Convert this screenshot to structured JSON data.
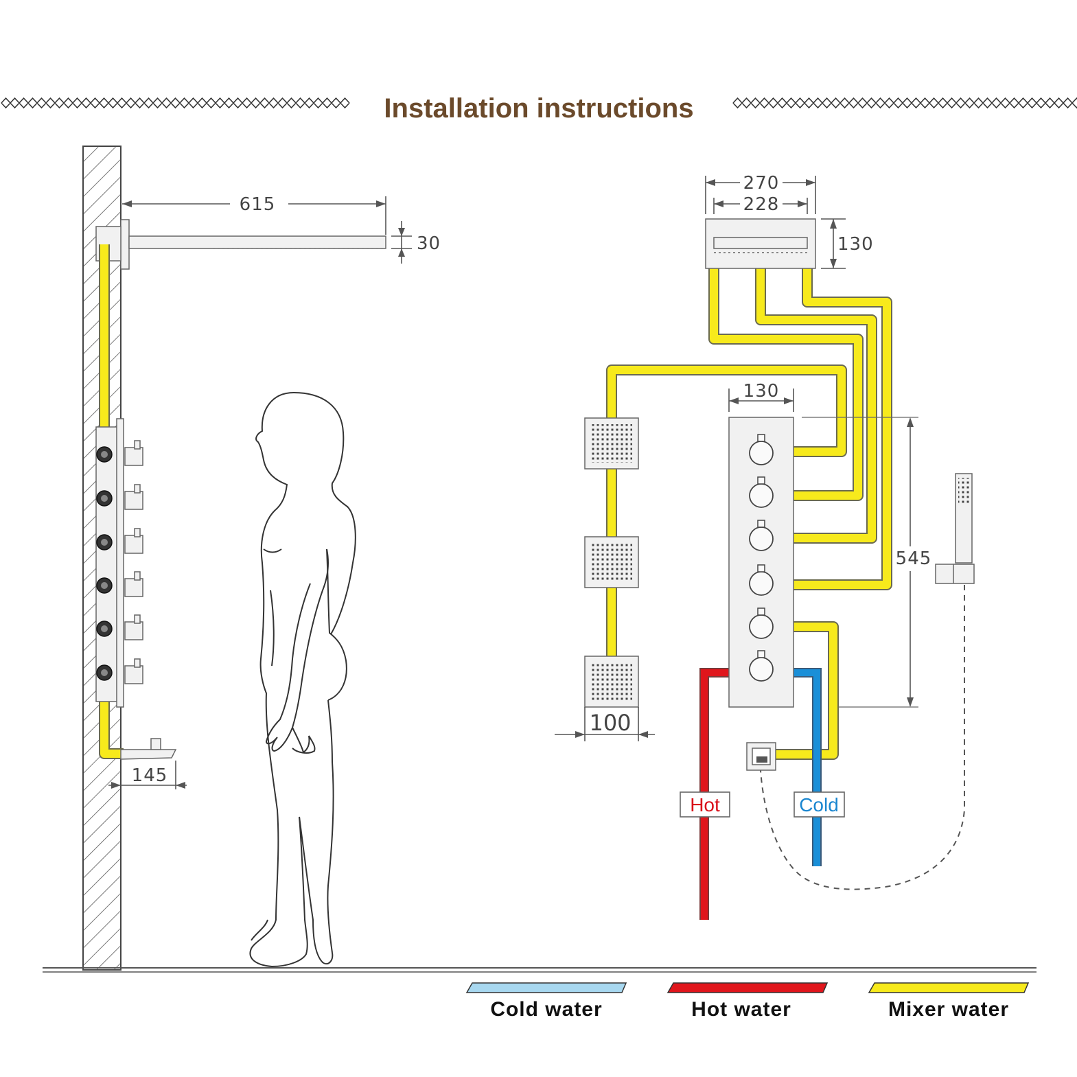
{
  "title": "Installation instructions",
  "dimensions": {
    "arm_length": "615",
    "head_thickness": "30",
    "head_width_outer": "270",
    "head_width_inner": "228",
    "head_depth": "130",
    "panel_width": "130",
    "panel_height": "545",
    "body_jet_size": "100",
    "spout_offset": "145"
  },
  "tags": {
    "hot": "Hot",
    "cold": "Cold"
  },
  "legend": {
    "cold": {
      "label": "Cold water",
      "color": "#a8d8f0"
    },
    "hot": {
      "label": "Hot water",
      "color": "#e0161c"
    },
    "mixer": {
      "label": "Mixer water",
      "color": "#f7ea1c"
    }
  }
}
